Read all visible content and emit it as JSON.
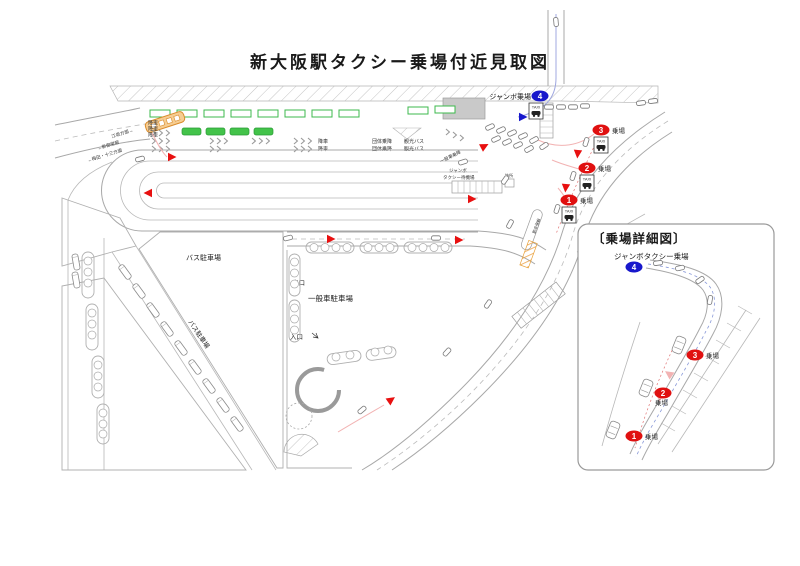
{
  "title": "新大阪駅タクシー乗場付近見取図",
  "signs": {
    "taxi": "TAXI"
  },
  "stands": {
    "s1": {
      "num": "1",
      "label": "乗場"
    },
    "s2": {
      "num": "2",
      "label": "乗場"
    },
    "s3": {
      "num": "3",
      "label": "乗場"
    },
    "jumbo": {
      "num": "4",
      "label": "ジャンボ乗場"
    }
  },
  "areas": {
    "bus_parking": "バス駐車場",
    "bus_parking_diagonal": "バス駐車場",
    "general_parking": "一般車駐車場",
    "exit": "出口",
    "entrance": "入口",
    "jumbo_wait_line1": "ジャンボ",
    "jumbo_wait_line2": "タクシー待機場",
    "office": "詰所",
    "crosswalk": "横断歩道",
    "general_car_lane": "一般車乗降"
  },
  "lanes": {
    "drop": "降車",
    "group": "団体乗降",
    "tour": "観光バス"
  },
  "directions": {
    "d1": "江坂方面→",
    "d2": "←新御堂筋",
    "d3": "←梅田・十三方面"
  },
  "inset": {
    "title": "〔乗場詳細図〕",
    "jumbo_label": "ジャンボタクシー乗場",
    "s1": {
      "num": "1",
      "label": "乗場"
    },
    "s2": {
      "num": "2",
      "label": "乗場"
    },
    "s3": {
      "num": "3",
      "label": "乗場"
    },
    "s4": {
      "num": "4"
    }
  },
  "colors": {
    "stand_red": "#e01010",
    "jumbo_blue": "#1818cc",
    "bus_green": "#43c34a",
    "bus_orange": "#e8a13a",
    "arrow_red": "#e81010",
    "route_pink": "#f2b3b3",
    "route_blue": "#a0a8e0"
  }
}
